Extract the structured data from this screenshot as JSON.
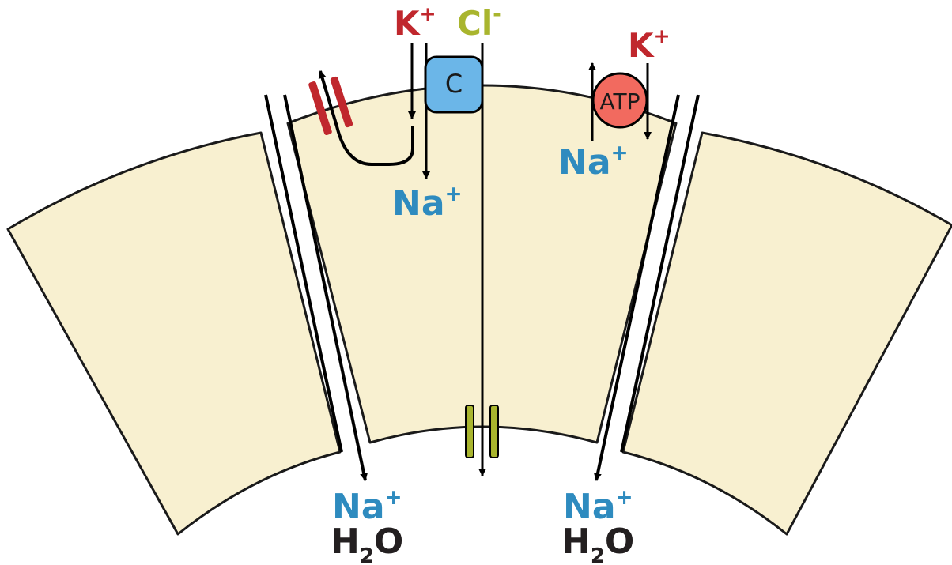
{
  "colors": {
    "cell_fill": "#f8f0d0",
    "cell_stroke": "#1a1a1a",
    "potassium": "#c0272d",
    "chloride": "#a9b52e",
    "sodium": "#2e8bbf",
    "water": "#231f20",
    "cotransporter_fill": "#6bb6e8",
    "atpase_fill": "#f26a5f",
    "k_channel": "#c0272d",
    "cl_channel": "#a9b52e"
  },
  "labels": {
    "k_top": {
      "sym": "K",
      "charge": "+"
    },
    "cl_top": {
      "sym": "Cl",
      "charge": "-"
    },
    "na_mid": {
      "sym": "Na",
      "charge": "+"
    },
    "k_pump": {
      "sym": "K",
      "charge": "+"
    },
    "na_pump": {
      "sym": "Na",
      "charge": "+"
    },
    "na_bottom_left": {
      "sym": "Na",
      "charge": "+"
    },
    "na_bottom_right": {
      "sym": "Na",
      "charge": "+"
    },
    "h2o_left": {
      "pre": "H",
      "sub": "2",
      "post": "O"
    },
    "h2o_right": {
      "pre": "H",
      "sub": "2",
      "post": "O"
    }
  },
  "cotransporter": {
    "label": "C",
    "icon": "cotransporter-icon"
  },
  "atpase": {
    "label": "ATP",
    "icon": "atpase-icon"
  }
}
